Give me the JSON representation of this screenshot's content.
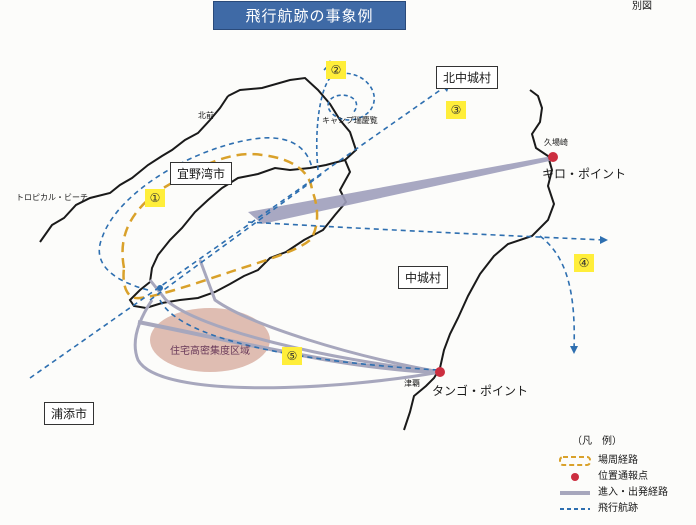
{
  "header": {
    "title": "飛行航跡の事象例",
    "corner_label": "別図"
  },
  "places": {
    "kitanakagusuku": "北中城村",
    "ginowan": "宜野湾市",
    "nakagusuku": "中城村",
    "urasoe": "浦添市",
    "kuba": "久場崎",
    "kilo_point": "キロ・ポイント",
    "tsuken": "津覇",
    "tango_point": "タンゴ・ポイント",
    "camp_zukeran": "キャンプ瑞慶覧",
    "hokuzen": "北前",
    "tropical_beach": "トロピカル・ビーチ",
    "residential_area": "住宅高密集度区域"
  },
  "markers": [
    "①",
    "②",
    "③",
    "④",
    "⑤"
  ],
  "legend": {
    "title": "（凡　例）",
    "items": [
      {
        "label": "場周経路",
        "color": "#d9a12a"
      },
      {
        "label": "位置通報点",
        "color": "#cc2e3f"
      },
      {
        "label": "進入・出発経路",
        "color": "#a7a7bd"
      },
      {
        "label": "飛行航跡",
        "color": "#2e6fb0"
      }
    ]
  },
  "colors": {
    "coastline": "#1a1a1a",
    "flight_track": "#2e6fb0",
    "approach_route": "#a7a7bd",
    "pattern_route": "#d9a12a",
    "report_point": "#cc2e3f",
    "residential_fill": "#d9b2a4"
  }
}
